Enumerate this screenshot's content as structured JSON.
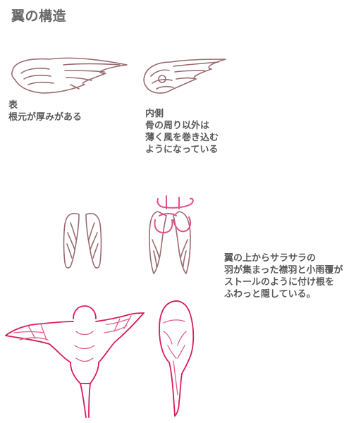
{
  "title": "翼の構造",
  "caption_outer": [
    "表",
    "根元が厚みがある"
  ],
  "caption_inner": [
    "内側",
    "骨の周り以外は",
    "薄く風を巻き込む",
    "ようになっている"
  ],
  "caption_coverts": [
    "翼の上からサラサラの",
    "羽が集まった襟羽と小雨覆が",
    "ストールのように付け根を",
    "ふわっと隠している。"
  ],
  "colors": {
    "sketch_brown": "#9a6b70",
    "sketch_pink": "#d81d5a",
    "text": "#5a5a5a"
  }
}
